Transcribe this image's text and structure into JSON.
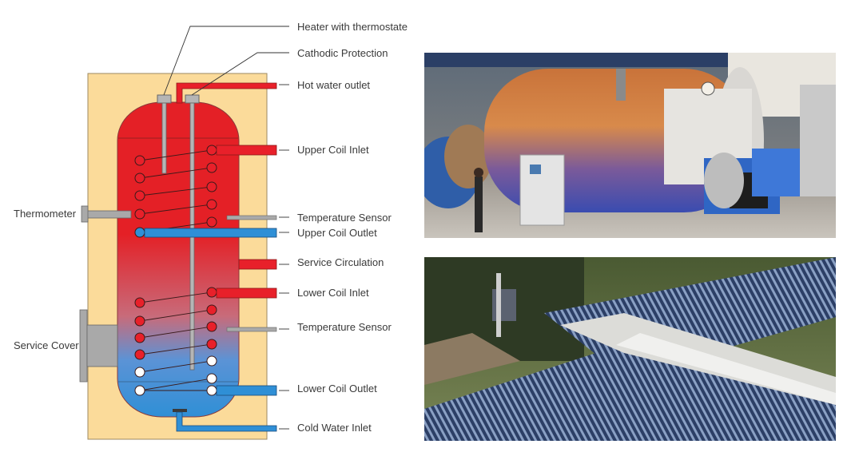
{
  "labels": {
    "heater": "Heater with thermostate",
    "cathodic": "Cathodic Protection",
    "hot_outlet": "Hot water outlet",
    "upper_coil_inlet": "Upper Coil Inlet",
    "temp_sensor_upper": "Temperature Sensor",
    "upper_coil_outlet": "Upper Coil Outlet",
    "service_circulation": "Service Circulation",
    "lower_coil_inlet": "Lower Coil Inlet",
    "temp_sensor_lower": "Temperature Sensor",
    "lower_coil_outlet": "Lower Coil Outlet",
    "cold_inlet": "Cold Water Inlet",
    "thermometer": "Thermometer",
    "service_cover": "Service Cover"
  },
  "photos": {
    "top": "industrial-boiler-photo",
    "bottom": "solar-collector-photo"
  },
  "colors": {
    "hot": "#e8202a",
    "cold": "#2f8fd6",
    "casing": "#fbdb9a",
    "sensor": "#a9a9a9"
  }
}
